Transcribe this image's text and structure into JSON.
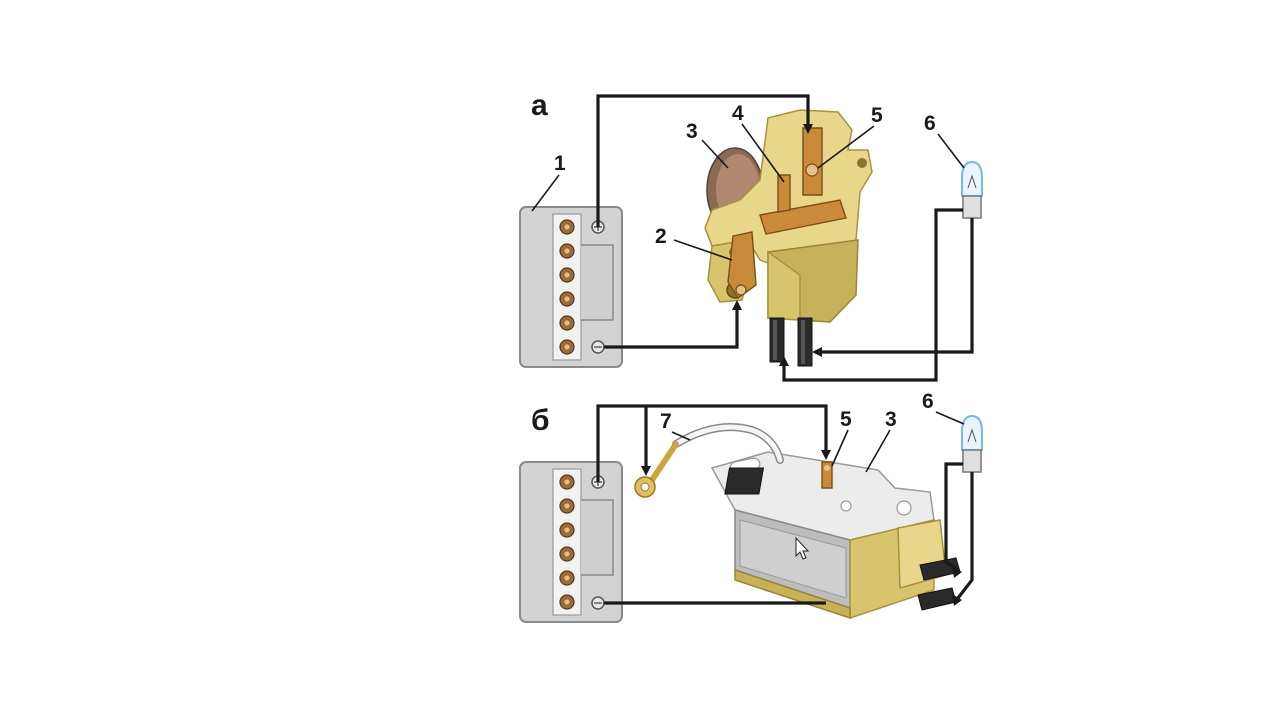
{
  "diagram": {
    "panel_a": {
      "letter": "а",
      "callouts": [
        "1",
        "2",
        "3",
        "4",
        "5",
        "6"
      ]
    },
    "panel_b": {
      "letter": "б",
      "callouts": [
        "7",
        "5",
        "3",
        "6"
      ]
    }
  }
}
